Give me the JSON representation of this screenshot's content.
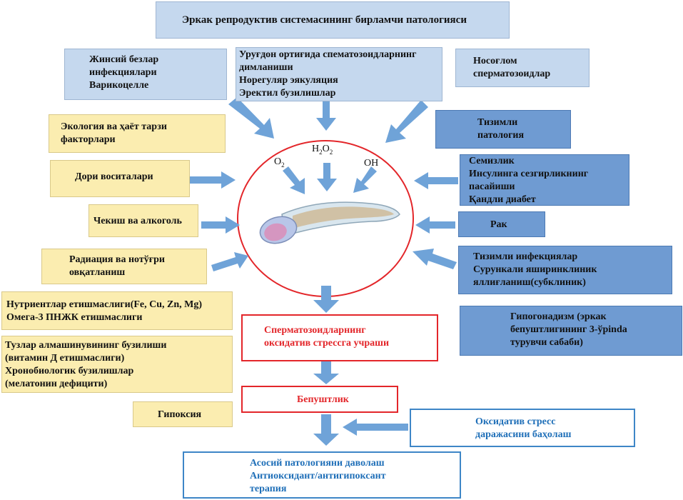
{
  "title": "Эркак репродуктив системасининг бирламчи патологияси",
  "top_left": [
    "Жинсий безлар",
    "инфекциялари",
    "Варикоцелле"
  ],
  "top_center": [
    "Уруғдон ортиғида спематозоидларнинг",
    "димланиши",
    "Норегуляр эякуляция",
    "Эректил бузилишлар"
  ],
  "top_right": [
    "Носоғлом",
    "сперматозоидлар"
  ],
  "left_factors": {
    "ecology": [
      "Экология ва ҳаёт тарзи",
      "факторлари"
    ],
    "drugs": [
      "Дори воситалари"
    ],
    "smoking": [
      "Чекиш ва алкоголь"
    ],
    "radiation": [
      "Радиация ва нотўғри",
      "овқатланиш"
    ],
    "nutrients": [
      "Нутриентлар етишмаслиги(Fe, Cu, Zn, Mg)",
      "Омега-3 ПНЖК етишмаслиги"
    ],
    "metabolism": [
      "Тузлар алмашинувининг бузилиши",
      "(витамин Д етишмаслиги)",
      "Хронобиологик бузилишлар",
      "(мелатонин дефицити)"
    ],
    "hypoxia": [
      "Гипоксия"
    ]
  },
  "right_factors": {
    "systemic": [
      "Тизимли",
      "патология"
    ],
    "metabolic": [
      "Семизлик",
      "Инсулинга сезгирликнинг",
      "пасайиши",
      "Қандли диабет"
    ],
    "cancer": [
      "Рак"
    ],
    "infections": [
      "Тизимли инфекциялар",
      "Сурункали яширинклиник",
      "яллиғланиш(субклиник)"
    ],
    "hypogonadism": [
      "Гипогонадизм (эркак",
      "бепуштлигининг 3-ўрinda",
      "турувчи сабаби)"
    ]
  },
  "radicals": {
    "o2": "O",
    "o2_sub": "2",
    "h2o2_h": "H",
    "h2o2_sub1": "2",
    "h2o2_o": "O",
    "h2o2_sub2": "2",
    "oh": "OH"
  },
  "outcome_stress": [
    "Сперматозоидларнинг",
    "оксидатив стрессга учраши"
  ],
  "outcome_infertility": "Бепуштлик",
  "assessment": [
    "Оксидатив стресс",
    "даражасини баҳолаш"
  ],
  "treatment": [
    "Асосий патологияни даволаш",
    "Антиоксидант/антигипоксант",
    "терапия"
  ],
  "colors": {
    "arrow": "#6fa3d8",
    "red": "#e3262a",
    "blue_text": "#1f6fb8"
  }
}
